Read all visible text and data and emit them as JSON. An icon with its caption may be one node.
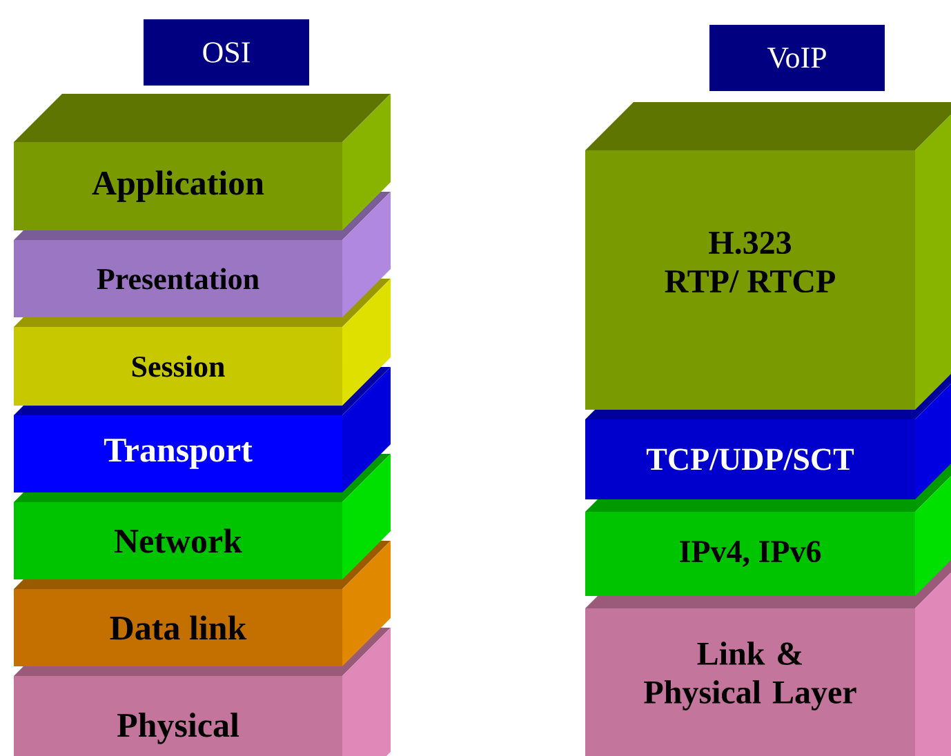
{
  "diagram": {
    "nodes": [
      {
        "text": [
          "OSI"
        ]
      },
      {
        "text": [
          "VoIP"
        ]
      },
      {
        "text": [
          "Application"
        ]
      },
      {
        "text": [
          "Presentation"
        ]
      },
      {
        "text": [
          "Session"
        ]
      },
      {
        "text": [
          "Transport"
        ]
      },
      {
        "text": [
          "Network"
        ]
      },
      {
        "text": [
          "Data link"
        ]
      },
      {
        "text": [
          "Physical"
        ]
      },
      {
        "text": [
          "H.323",
          "RTP/ RTCP"
        ]
      },
      {
        "text": [
          "TCP/UDP/SCT"
        ]
      },
      {
        "text": [
          "IPv4, IPv6"
        ]
      },
      {
        "text": [
          "Link & Physical Layer"
        ]
      }
    ]
  }
}
